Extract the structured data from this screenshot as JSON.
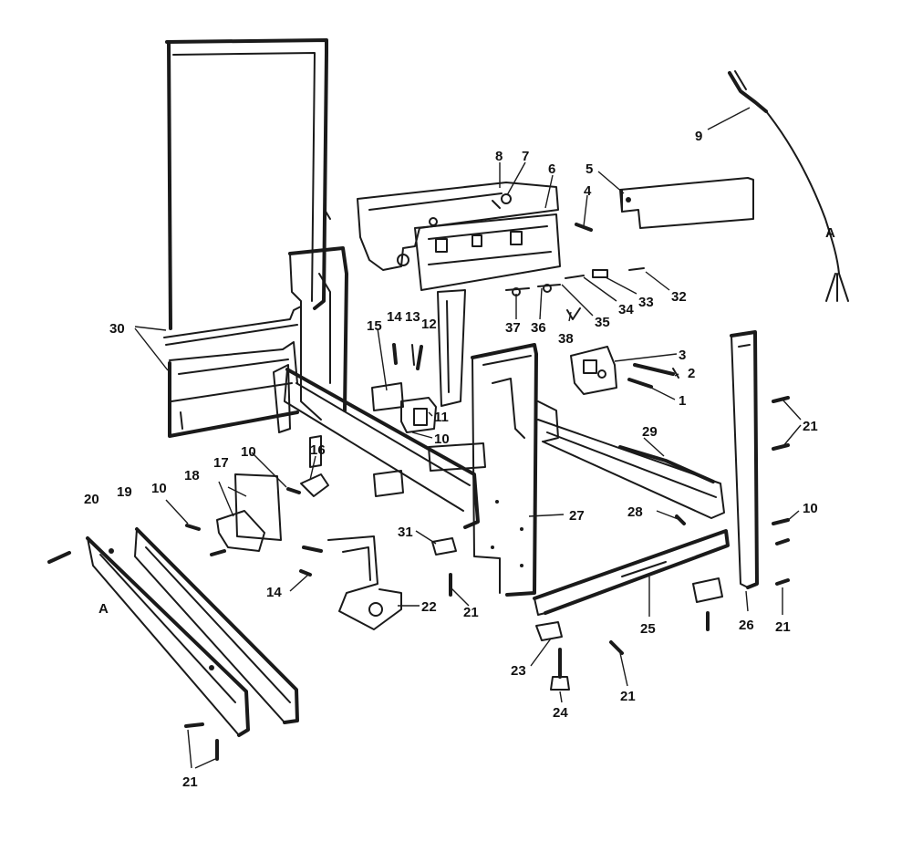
{
  "diagram": {
    "callouts": [
      {
        "id": "c30",
        "label": "30"
      },
      {
        "id": "c8",
        "label": "8"
      },
      {
        "id": "c7",
        "label": "7"
      },
      {
        "id": "c6",
        "label": "6"
      },
      {
        "id": "c5",
        "label": "5"
      },
      {
        "id": "c4",
        "label": "4"
      },
      {
        "id": "c9",
        "label": "9"
      },
      {
        "id": "cA1",
        "label": "A"
      },
      {
        "id": "c32",
        "label": "32"
      },
      {
        "id": "c33",
        "label": "33"
      },
      {
        "id": "c34",
        "label": "34"
      },
      {
        "id": "c35",
        "label": "35"
      },
      {
        "id": "c36",
        "label": "36"
      },
      {
        "id": "c37",
        "label": "37"
      },
      {
        "id": "c38",
        "label": "38"
      },
      {
        "id": "c3",
        "label": "3"
      },
      {
        "id": "c2",
        "label": "2"
      },
      {
        "id": "c1",
        "label": "1"
      },
      {
        "id": "c15",
        "label": "15"
      },
      {
        "id": "c14a",
        "label": "14"
      },
      {
        "id": "c13",
        "label": "13"
      },
      {
        "id": "c12",
        "label": "12"
      },
      {
        "id": "c11",
        "label": "11"
      },
      {
        "id": "c10a",
        "label": "10"
      },
      {
        "id": "c16",
        "label": "16"
      },
      {
        "id": "c10b",
        "label": "10"
      },
      {
        "id": "c17",
        "label": "17"
      },
      {
        "id": "c18",
        "label": "18"
      },
      {
        "id": "c10c",
        "label": "10"
      },
      {
        "id": "c19",
        "label": "19"
      },
      {
        "id": "c20",
        "label": "20"
      },
      {
        "id": "cA2",
        "label": "A"
      },
      {
        "id": "c29",
        "label": "29"
      },
      {
        "id": "c21a",
        "label": "21"
      },
      {
        "id": "c27",
        "label": "27"
      },
      {
        "id": "c28",
        "label": "28"
      },
      {
        "id": "c10d",
        "label": "10"
      },
      {
        "id": "c31",
        "label": "31"
      },
      {
        "id": "c14b",
        "label": "14"
      },
      {
        "id": "c22",
        "label": "22"
      },
      {
        "id": "c21b",
        "label": "21"
      },
      {
        "id": "c25",
        "label": "25"
      },
      {
        "id": "c26",
        "label": "26"
      },
      {
        "id": "c21c",
        "label": "21"
      },
      {
        "id": "c23",
        "label": "23"
      },
      {
        "id": "c24",
        "label": "24"
      },
      {
        "id": "c21d",
        "label": "21"
      },
      {
        "id": "c21e",
        "label": "21"
      }
    ]
  }
}
